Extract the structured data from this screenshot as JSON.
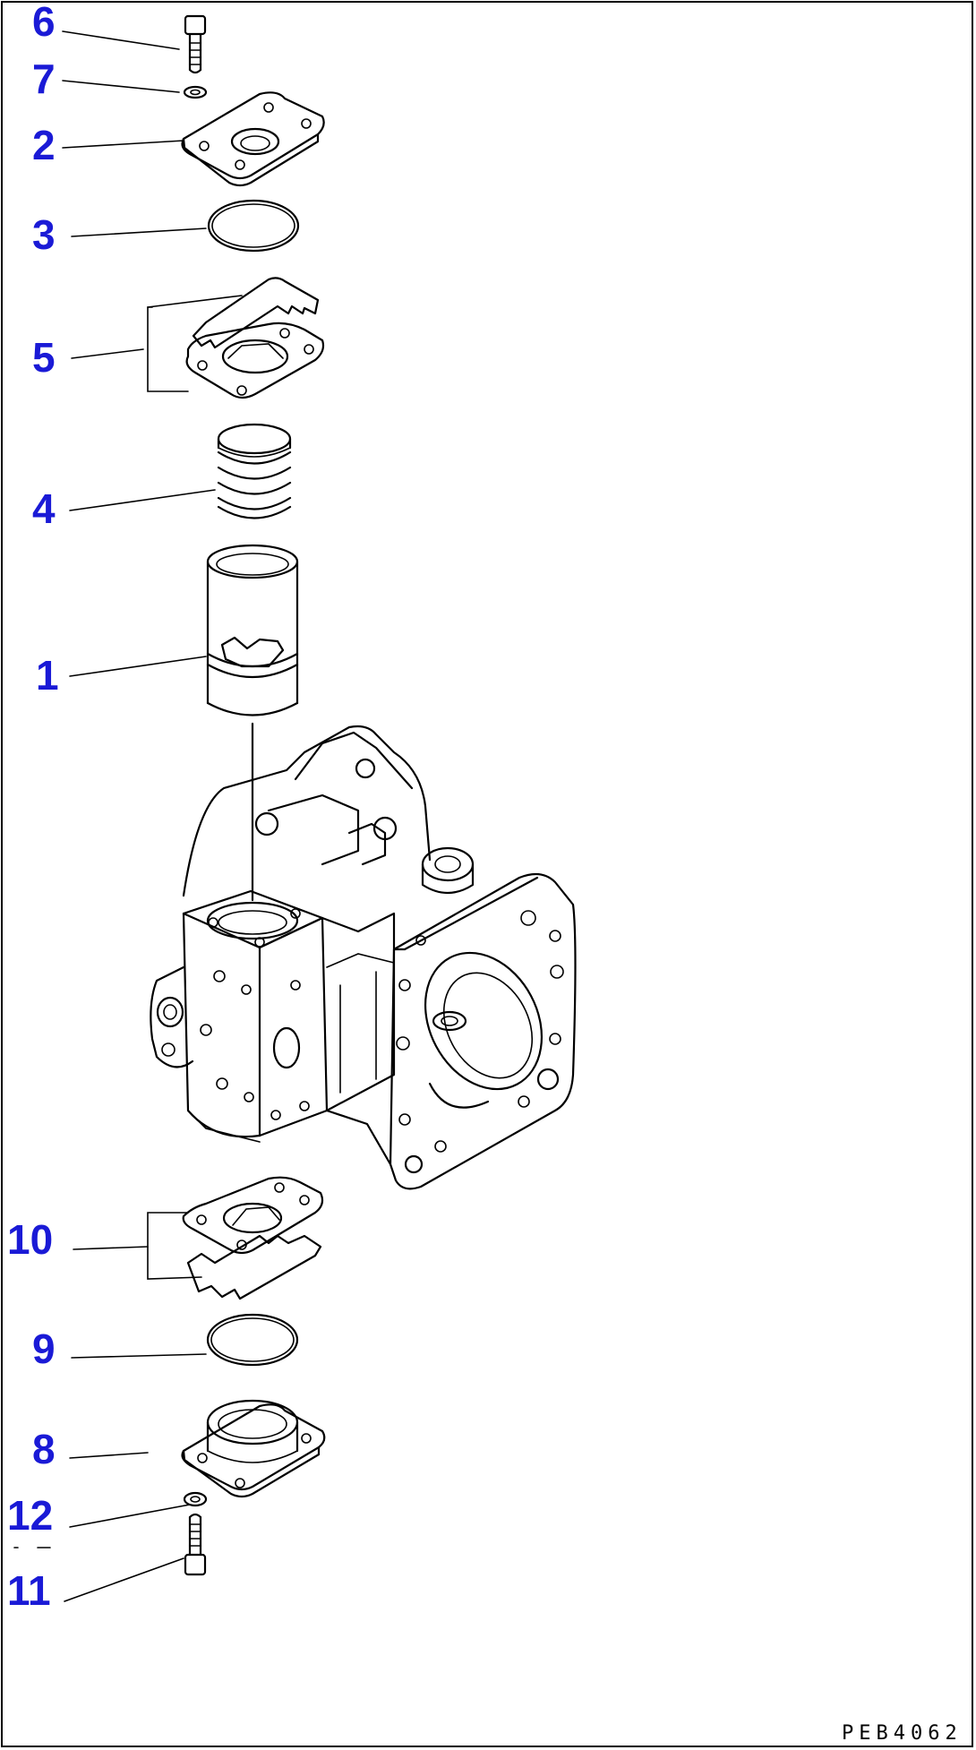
{
  "callouts": {
    "c1": "1",
    "c2": "2",
    "c3": "3",
    "c4": "4",
    "c5": "5",
    "c6": "6",
    "c7": "7",
    "c8": "8",
    "c9": "9",
    "c10": "10",
    "c11": "11",
    "c12": "12"
  },
  "drawing_number": "PEB4062",
  "colors": {
    "callout": "#1a1ad6",
    "line": "#000000"
  },
  "parts": [
    "bolt-icon",
    "washer-icon",
    "cover-icon",
    "o-ring-icon",
    "gasket-set-icon",
    "spring-icon",
    "spool-icon",
    "valve-body-icon",
    "cover-with-port-icon"
  ]
}
